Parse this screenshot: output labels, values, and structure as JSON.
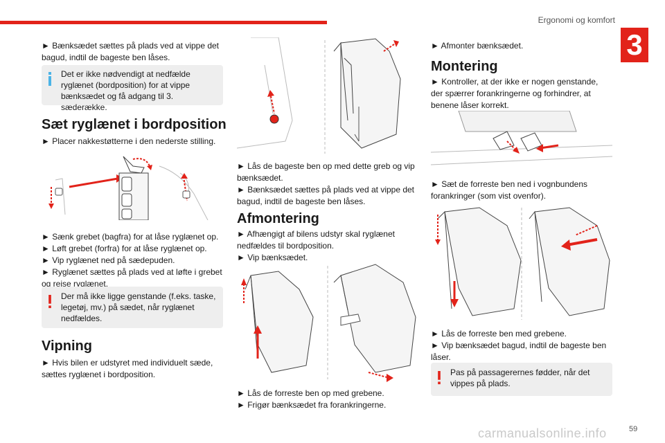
{
  "header": {
    "section": "Ergonomi og komfort",
    "chapter": "3"
  },
  "footer": {
    "page": "59",
    "watermark": "carmanualsonline.info"
  },
  "col1": {
    "p1": "► Bænksædet sættes på plads ved at vippe det bagud, indtil de bageste ben låses.",
    "info1": "Det er ikke nødvendigt at nedfælde ryglænet (bordposition) for at vippe bænksædet og få adgang til 3. sæderække.",
    "h_bord": "Sæt ryglænet i bordposition",
    "p_nakke": "► Placer nakkestøtterne i den nederste stilling.",
    "steps": [
      "► Sænk grebet (bagfra) for at låse ryglænet op.",
      "► Løft grebet (forfra) for at låse ryglænet op.",
      "► Vip ryglænet ned på sædepuden.",
      "► Ryglænet sættes på plads ved at løfte i grebet og rejse ryglænet."
    ],
    "warn1": "Der må ikke ligge genstande (f.eks. taske, legetøj, mv.) på sædet, når ryglænet nedfældes.",
    "h_vip": "Vipning",
    "p_vip": "► Hvis bilen er udstyret med individuelt sæde, sættes ryglænet i bordposition."
  },
  "col2": {
    "p1": "► Lås de bageste ben op med dette greb og vip bænksædet.",
    "p2": "► Bænksædet sættes på plads ved at vippe det bagud, indtil de bageste ben låses.",
    "h_af": "Afmontering",
    "p3": "► Afhængigt af bilens udstyr skal ryglænet nedfældes til bordposition.",
    "p4": "► Vip bænksædet.",
    "p5": "► Lås de forreste ben op med grebene.",
    "p6": "► Frigør bænksædet fra forankringerne."
  },
  "col3": {
    "p1": "► Afmonter bænksædet.",
    "h_mont": "Montering",
    "p2": "► Kontroller, at der ikke er nogen genstande, der spærrer forankringerne og forhindrer, at benene låser korrekt.",
    "p3": "► Sæt de forreste ben ned i vognbundens forankringer (som vist ovenfor).",
    "p4": "► Lås de forreste ben med grebene.",
    "p5": "► Vip bænksædet bagud, indtil de bageste ben låser.",
    "warn2": "Pas på passagerernes fødder, når det vippes på plads."
  },
  "colors": {
    "accent": "#e2231a",
    "note_bg": "#eeeeee",
    "info_icon": "#4bb3e6"
  }
}
